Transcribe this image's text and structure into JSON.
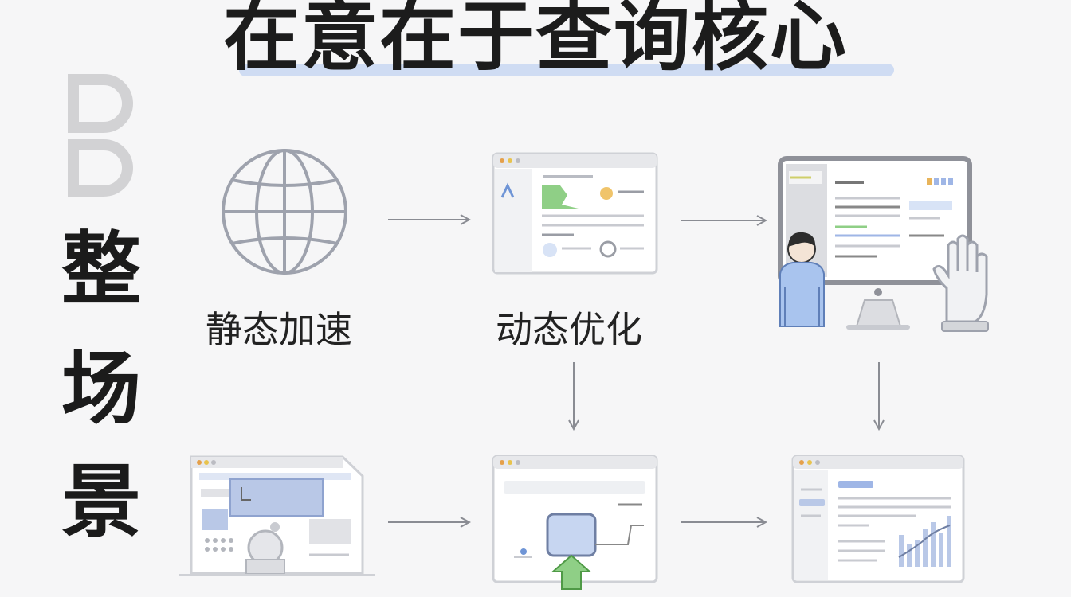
{
  "header": {
    "title": "在意在于查询核心"
  },
  "sidebar": {
    "chars": [
      "整",
      "场",
      "景"
    ],
    "decoration": "DD"
  },
  "nodes": {
    "static": {
      "label": "静态加速",
      "icon": "globe-icon"
    },
    "dynamic": {
      "label": "动态优化",
      "icon": "browser-dashboard-icon"
    },
    "monitor": {
      "icon": "monitor-with-user-icon"
    },
    "bottom_left": {
      "icon": "browser-document-icon"
    },
    "bottom_center": {
      "icon": "browser-upload-icon"
    },
    "bottom_right": {
      "icon": "browser-chart-icon"
    }
  },
  "colors": {
    "accent": "#cfdcf3",
    "blue_fill": "#d8e3f6",
    "green": "#6dbb63",
    "stroke": "#8a8c93"
  }
}
